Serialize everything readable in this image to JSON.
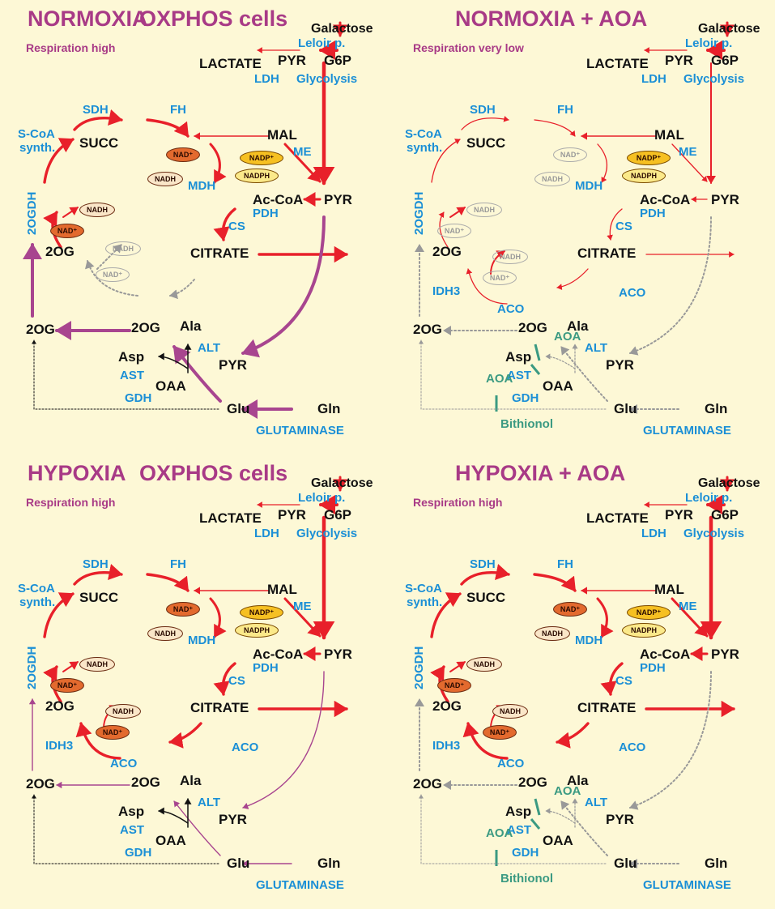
{
  "labels": {
    "galactose": "Galactose",
    "leloir": "Leloir p.",
    "pyr": "PYR",
    "g6p": "G6P",
    "lactate": "LACTATE",
    "ldh": "LDH",
    "glycolysis": "Glycolysis",
    "sdh": "SDH",
    "fh": "FH",
    "mal": "MAL",
    "scoa": "S-CoA",
    "synth": "synth.",
    "succ": "SUCC",
    "me": "ME",
    "mdh": "MDH",
    "accoa": "Ac-CoA",
    "pdh": "PDH",
    "ogdh": "2OGDH",
    "cs": "CS",
    "og": "2OG",
    "citrate": "CITRATE",
    "idh3": "IDH3",
    "aco": "ACO",
    "ala": "Ala",
    "asp": "Asp",
    "alt": "ALT",
    "ast": "AST",
    "oaa": "OAA",
    "gdh": "GDH",
    "glu": "Glu",
    "gln": "Gln",
    "glutaminase": "GLUTAMINASE",
    "aoa": "AOA",
    "bithionol": "Bithionol",
    "nad": "NAD⁺",
    "nadh": "NADH",
    "nadp": "NADP⁺",
    "nadph": "NADPH"
  },
  "panels": [
    {
      "title_a": "NORMOXIA",
      "title_b": "OXPHOS cells",
      "subtitle": "Respiration high",
      "inhibited": false,
      "variant": "norm"
    },
    {
      "title_a": "NORMOXIA + AOA",
      "title_b": "",
      "subtitle": "Respiration very low",
      "inhibited": true,
      "variant": "low"
    },
    {
      "title_a": "HYPOXIA",
      "title_b": "OXPHOS cells",
      "subtitle": "Respiration high",
      "inhibited": false,
      "variant": "hyp"
    },
    {
      "title_a": "HYPOXIA + AOA",
      "title_b": "",
      "subtitle": "Respiration high",
      "inhibited": true,
      "variant": "hypaoa"
    }
  ],
  "colors": {
    "background": "#fdf8d6",
    "title": "#a83a86",
    "enzyme": "#1b8fd6",
    "flux": "#e8202a",
    "glu_flux": "#a8458f",
    "inhibitor": "#3b9a82",
    "inactive": "#999999"
  }
}
